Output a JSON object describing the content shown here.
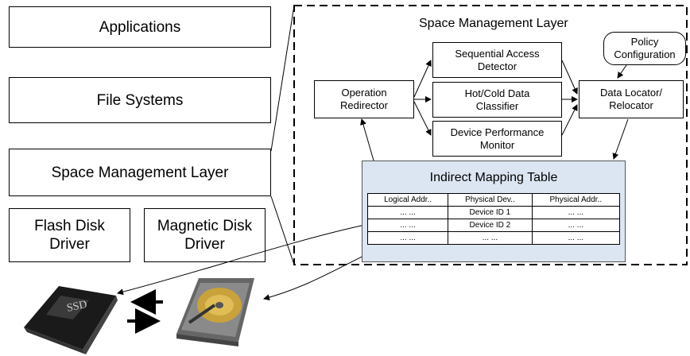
{
  "stack": {
    "applications": "Applications",
    "file_systems": "File Systems",
    "space_management": "Space Management Layer",
    "flash_driver": "Flash Disk Driver",
    "magnetic_driver": "Magnetic Disk Driver"
  },
  "detail": {
    "title": "Space Management Layer",
    "operation_redirector": "Operation Redirector",
    "sequential_detector": "Sequential Access Detector",
    "hotcold_classifier": "Hot/Cold Data Classifier",
    "perf_monitor": "Device Performance Monitor",
    "data_locator": "Data Locator/ Relocator",
    "policy_config": "Policy Configuration"
  },
  "mapping_table": {
    "title": "Indirect Mapping Table",
    "headers": [
      "Logical Addr..",
      "Physical Dev..",
      "Physical  Addr.."
    ],
    "rows": [
      [
        "... ...",
        "Device ID 1",
        "... ..."
      ],
      [
        "... ...",
        "Device ID 2",
        "... ..."
      ],
      [
        "... ...",
        "... ...",
        "... ..."
      ]
    ]
  },
  "devices": {
    "ssd_icon": "ssd-icon",
    "hdd_icon": "hard-disk-icon",
    "ssd_label": "SSD"
  }
}
